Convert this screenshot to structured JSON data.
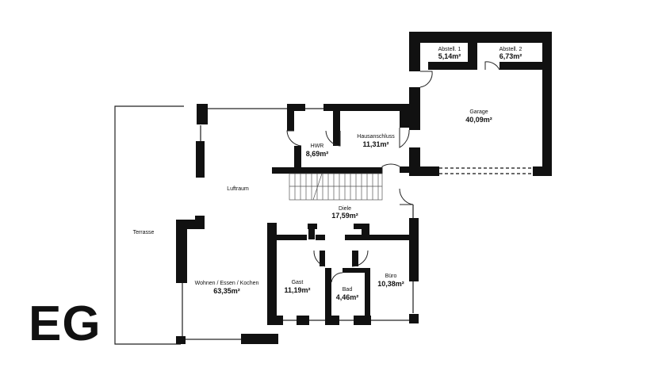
{
  "plan": {
    "floor_label": "EG",
    "rooms": {
      "abstell1": {
        "name": "Abstell. 1",
        "area": "5,14m²"
      },
      "abstell2": {
        "name": "Abstell. 2",
        "area": "6,73m²"
      },
      "garage": {
        "name": "Garage",
        "area": "40,09m²"
      },
      "hwr": {
        "name": "HWR",
        "area": "8,69m²"
      },
      "hausanschluss": {
        "name": "Hausanschluss",
        "area": "11,31m²"
      },
      "luftraum": {
        "name": "Luftraum"
      },
      "terrasse": {
        "name": "Terrasse"
      },
      "diele": {
        "name": "Diele",
        "area": "17,59m²"
      },
      "wohnen": {
        "name": "Wohnen / Essen / Kochen",
        "area": "63,35m²"
      },
      "gast": {
        "name": "Gast",
        "area": "11,19m²"
      },
      "bad": {
        "name": "Bad",
        "area": "4,46m²"
      },
      "buero": {
        "name": "Büro",
        "area": "10,38m²"
      }
    }
  }
}
